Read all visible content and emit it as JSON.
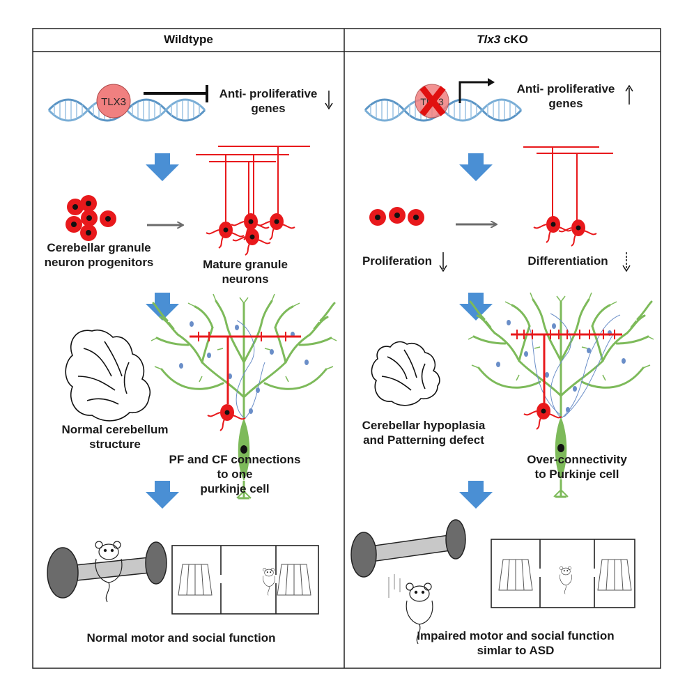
{
  "headers": {
    "left": "Wildtype",
    "right_italic": "Tlx3",
    "right_plain": " cKO"
  },
  "protein_label": "TLX3",
  "left": {
    "target_line1": "Anti- proliferative",
    "target_line2": "genes",
    "target_arrow": "↓",
    "progenitors_line1": "Cerebellar granule",
    "progenitors_line2": "neuron progenitors",
    "mature_line1": "Mature granule",
    "mature_line2": "neurons",
    "cerebellum_line1": "Normal cerebellum",
    "cerebellum_line2": "structure",
    "connections_line1": "PF and CF connections",
    "connections_line2": "to one",
    "connections_line3": "purkinje cell",
    "outcome": "Normal motor and social function"
  },
  "right": {
    "target_line1": "Anti- proliferative",
    "target_line2": "genes",
    "target_arrow": "↑",
    "proliferation": "Proliferation",
    "proliferation_arrow": "↓",
    "differentiation": "Differentiation",
    "differentiation_arrow": "↓",
    "cerebellum_line1": "Cerebellar hypoplasia",
    "cerebellum_line2": "and Patterning defect",
    "connections_line1": "Over-connectivity",
    "connections_line2": "to Purkinje cell",
    "outcome_line1": "Impaired motor and social function",
    "outcome_line2": "simlar to ASD"
  },
  "colors": {
    "flow_arrow": "#4a8fd4",
    "neuron": "#e8191c",
    "protein": "#f08080",
    "dna": "#5b95c5",
    "dendrite": "#7dba5a",
    "climbing_fiber": "#6a8ec8",
    "border": "#222222"
  },
  "icons": [
    "dna-helix-icon",
    "tlx3-protein-icon",
    "knockout-x-icon",
    "flow-arrow-icon",
    "granule-cell-icon",
    "purkinje-cell-icon",
    "cerebellum-outline-icon",
    "rotarod-icon",
    "mouse-icon",
    "three-chamber-box-icon"
  ]
}
